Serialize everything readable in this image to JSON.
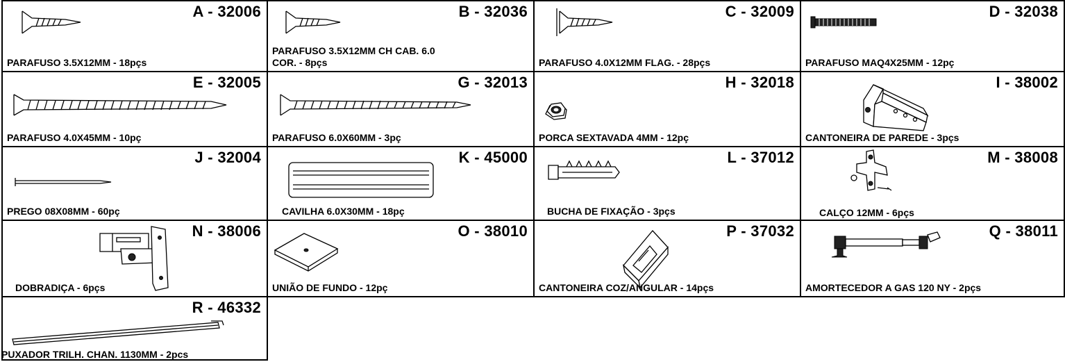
{
  "parts": [
    {
      "code": "A - 32006",
      "desc": "PARAFUSO 3.5X12MM - 18pçs",
      "icon": "screw-icon"
    },
    {
      "code": "B - 32036",
      "desc": "PARAFUSO 3.5X12MM CH CAB. 6.0\nCOR. - 8pçs",
      "icon": "screw-icon"
    },
    {
      "code": "C - 32009",
      "desc": "PARAFUSO 4.0X12MM FLAG. - 28pçs",
      "icon": "flange-screw-icon"
    },
    {
      "code": "D - 32038",
      "desc": "PARAFUSO MAQ4X25MM - 12pç",
      "icon": "machine-screw-icon"
    },
    {
      "code": "E - 32005",
      "desc": "PARAFUSO 4.0X45MM - 10pç",
      "icon": "long-screw-icon"
    },
    {
      "code": "G - 32013",
      "desc": "PARAFUSO 6.0X60MM - 3pç",
      "icon": "long-screw-icon"
    },
    {
      "code": "H - 32018",
      "desc": "PORCA SEXTAVADA 4MM - 12pç",
      "icon": "hex-nut-icon"
    },
    {
      "code": "I - 38002",
      "desc": "CANTONEIRA DE PAREDE - 3pçs",
      "icon": "wall-bracket-icon"
    },
    {
      "code": "J - 32004",
      "desc": "PREGO 08X08MM - 60pç",
      "icon": "nail-icon"
    },
    {
      "code": "K - 45000",
      "desc": "CAVILHA 6.0X30MM - 18pç",
      "icon": "dowel-icon"
    },
    {
      "code": "L - 37012",
      "desc": "BUCHA DE FIXAÇÃO - 3pçs",
      "icon": "wall-anchor-icon"
    },
    {
      "code": "M - 38008",
      "desc": "CALÇO 12MM - 6pçs",
      "icon": "hinge-plate-icon"
    },
    {
      "code": "N - 38006",
      "desc": "DOBRADIÇA - 6pçs",
      "icon": "hinge-icon"
    },
    {
      "code": "O - 38010",
      "desc": "UNIÃO DE FUNDO - 12pç",
      "icon": "back-panel-joiner-icon"
    },
    {
      "code": "P - 37032",
      "desc": "CANTONEIRA COZ/ANGULAR - 14pçs",
      "icon": "angle-bracket-icon"
    },
    {
      "code": "Q - 38011",
      "desc": "AMORTECEDOR A GAS 120 NY - 2pçs",
      "icon": "gas-strut-icon"
    },
    {
      "code": "R - 46332",
      "desc": "PUXADOR TRILH. CHAN. 1130MM - 2pcs",
      "icon": "rail-handle-icon"
    }
  ]
}
